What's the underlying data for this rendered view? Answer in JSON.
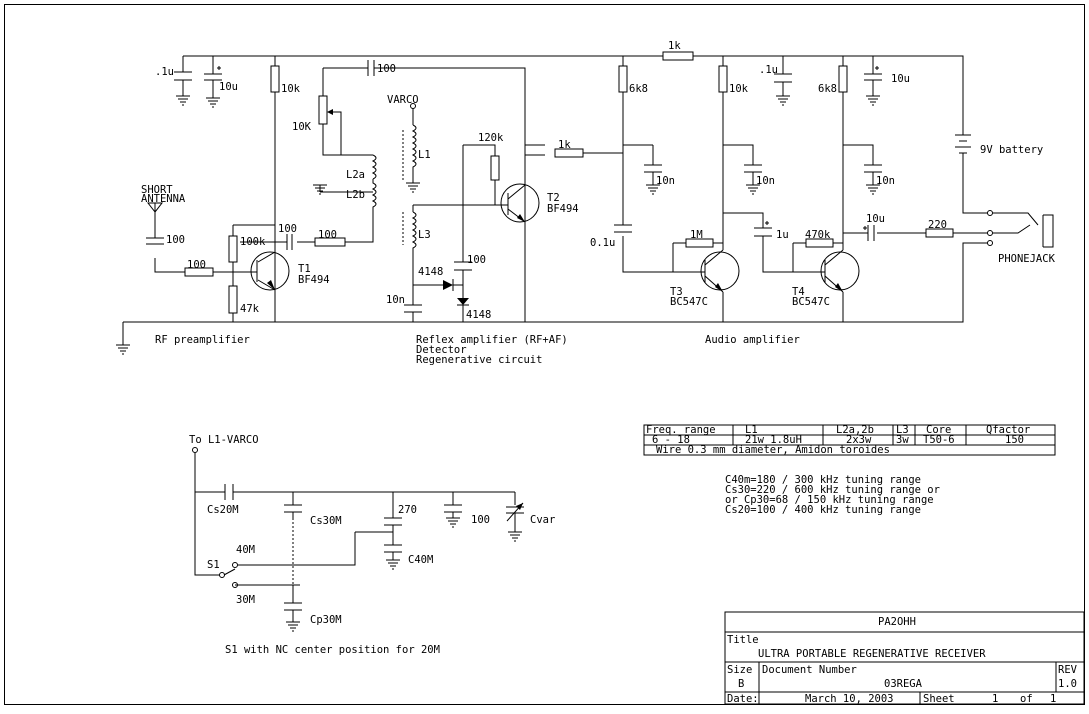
{
  "labels": {
    "r_10k_left": "10k",
    "r_10k_pot": "10K",
    "r_100k": "100k",
    "r_47k": "47k",
    "r_100_ant": "100",
    "r_100_l2": "100",
    "c_100_top": "100",
    "c_100_ant": "100",
    "c_100_base": "100",
    "c_100_det": "100",
    "c_1u_top": ".1u",
    "c_10u_top": "10u",
    "c_10n_left": "10n",
    "r_120k": "120k",
    "r_1k_mid": "1k",
    "r_1k_top": "1k",
    "r_6k8_a": "6k8",
    "r_10k_b": "10k",
    "c_1u_b": ".1u",
    "c_10u_b": "10u",
    "r_6k8_b": "6k8",
    "c_10n_a": "10n",
    "c_10n_b": "10n",
    "c_10n_c": "10n",
    "c_01u": "0.1u",
    "r_1m": "1M",
    "c_1u_c": "1u",
    "r_470k": "470k",
    "c_10u_out": "10u",
    "r_220": "220",
    "battery": "9V battery",
    "phonejack": "PHONEJACK",
    "varco": "VARCO",
    "l1": "L1",
    "l2a": "L2a",
    "l2b": "L2b",
    "l3": "L3",
    "d_4148_a": "4148",
    "d_4148_b": "4148",
    "short": "SHORT",
    "antenna": "ANTENNA",
    "t1": "T1",
    "t1_type": "BF494",
    "t2": "T2",
    "t2_type": "BF494",
    "t3": "T3",
    "t3_type": "BC547C",
    "t4": "T4",
    "t4_type": "BC547C",
    "sec_rf": "RF preamplifier",
    "sec_reflex": "Reflex amplifier (RF+AF)",
    "sec_detector": "Detector",
    "sec_regen": "Regenerative circuit",
    "sec_audio": "Audio amplifier",
    "to_l1": "To L1-VARCO",
    "cs20m": "Cs20M",
    "cs30m": "Cs30M",
    "c270": "270",
    "c100_tank": "100",
    "cvar": "Cvar",
    "c40m": "C40M",
    "cp30m": "Cp30M",
    "sw_40m": "40M",
    "sw_s1": "S1",
    "sw_30m": "30M",
    "s1_note": "S1 with NC center position for 20M"
  },
  "coil_table": {
    "headers": [
      "Freq. range",
      "L1",
      "L2a,2b",
      "L3",
      "Core",
      "Qfactor"
    ],
    "row": [
      "6 - 18",
      "21w 1.8uH",
      "2x3w",
      "3w",
      "T50-6",
      "150"
    ],
    "note": "Wire 0.3 mm diameter, Amidon toroides"
  },
  "tuning_notes": [
    "C40m=180 / 300 kHz tuning range",
    "Cs30=220 / 600 kHz tuning range or",
    "or Cp30=68  / 150 kHz tuning range",
    "Cs20=100 / 400 kHz tuning range"
  ],
  "title_block": {
    "company": "PA2OHH",
    "title_label": "Title",
    "title": "ULTRA PORTABLE REGENERATIVE RECEIVER",
    "size_label": "Size",
    "size": "B",
    "docnum_label": "Document Number",
    "docnum": "03REGA",
    "rev_label": "REV",
    "rev": "1.0",
    "date_label": "Date:",
    "date": "March 10, 2003",
    "sheet_label": "Sheet",
    "sheet": "1",
    "of_label": "of",
    "sheets": "1"
  }
}
